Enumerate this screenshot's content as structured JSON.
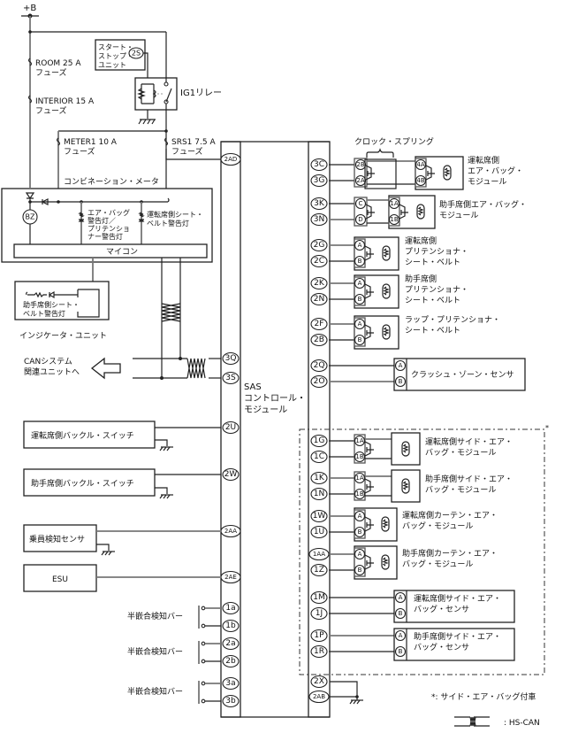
{
  "power": {
    "label": "+B"
  },
  "fuses": [
    {
      "name": "ROOM 25 A",
      "sub": "フューズ"
    },
    {
      "name": "INTERIOR 15 A",
      "sub": "フューズ"
    },
    {
      "name": "METER1 10 A",
      "sub": "フューズ"
    },
    {
      "name": "SRS1 7.5 A",
      "sub": "フューズ"
    }
  ],
  "start_stop_unit": {
    "lines": [
      "スタート・",
      "ストップ・",
      "ユニット"
    ],
    "pin": "2S"
  },
  "ig1_relay": {
    "label": "IG1リレー"
  },
  "combination_meter": {
    "title": "コンビネーション・メータ",
    "buzzer": "BZ",
    "airbag_lamp": [
      "エア・バッグ",
      "警告灯／",
      "プリテンショ",
      "ナー警告灯"
    ],
    "driver_belt_lamp": [
      "運転席側シート・",
      "ベルト警告灯"
    ],
    "micom": "マイコン"
  },
  "indicator_unit": {
    "inner": [
      "助手席側シート・",
      "ベルト警告灯"
    ],
    "title": "インジケータ・ユニット"
  },
  "can": {
    "label": [
      "CANシステム",
      "関連ユニットへ"
    ],
    "pins": [
      "3Q",
      "3S"
    ]
  },
  "sas_module": {
    "lines": [
      "SAS",
      "コントロール・",
      "モジュール"
    ]
  },
  "left_pins": {
    "top": "2AD",
    "driver_buckle": {
      "label": "運転席側バックル・スイッチ",
      "pin": "2U"
    },
    "passenger_buckle": {
      "label": "助手席側バックル・スイッチ",
      "pin": "2W"
    },
    "occupant_sensor": {
      "label": "乗員検知センサ",
      "pin": "2AA"
    },
    "esu": {
      "label": "ESU",
      "pin": "2AE"
    },
    "half_fit_bars": [
      {
        "label": "半嵌合検知バー",
        "pins": [
          "1a",
          "1b"
        ]
      },
      {
        "label": "半嵌合検知バー",
        "pins": [
          "2a",
          "2b"
        ]
      },
      {
        "label": "半嵌合検知バー",
        "pins": [
          "3a",
          "3b"
        ]
      }
    ]
  },
  "clock_spring": {
    "label": "クロック・スプリング",
    "pins": [
      "2B",
      "2A",
      "C",
      "D"
    ]
  },
  "right_components": [
    {
      "pins": [
        "3C",
        "3G"
      ],
      "conn": [
        "4A",
        "4B"
      ],
      "label": [
        "運転席側",
        "エア・バッグ・",
        "モジュール"
      ]
    },
    {
      "pins": [
        "3K",
        "3N"
      ],
      "conn": [
        "1A",
        "1B"
      ],
      "label": [
        "助手席側エア・バッグ・",
        "モジュール"
      ]
    },
    {
      "pins": [
        "2G",
        "2C"
      ],
      "conn": [
        "A",
        "B"
      ],
      "label": [
        "運転席側",
        "プリテンショナ・",
        "シート・ベルト"
      ]
    },
    {
      "pins": [
        "2K",
        "2N"
      ],
      "conn": [
        "A",
        "B"
      ],
      "label": [
        "助手席側",
        "プリテンショナ・",
        "シート・ベルト"
      ]
    },
    {
      "pins": [
        "2F",
        "2B"
      ],
      "conn": [
        "A",
        "B"
      ],
      "label": [
        "ラップ・プリテンショナ・",
        "シート・ベルト"
      ]
    },
    {
      "pins": [
        "2Q",
        "2O"
      ],
      "conn": [
        "A",
        "B"
      ],
      "label": [
        "クラッシュ・ゾーン・センサ"
      ]
    }
  ],
  "side_airbag_group": [
    {
      "pins": [
        "1G",
        "1C"
      ],
      "conn": [
        "1A",
        "1B"
      ],
      "label": [
        "運転席側サイド・エア・",
        "バッグ・モジュール"
      ]
    },
    {
      "pins": [
        "1K",
        "1N"
      ],
      "conn": [
        "1A",
        "1B"
      ],
      "label": [
        "助手席側サイド・エア・",
        "バッグ・モジュール"
      ]
    },
    {
      "pins": [
        "1W",
        "1U"
      ],
      "conn": [
        "A",
        "B"
      ],
      "label": [
        "運転席側カーテン・エア・",
        "バッグ・モジュール"
      ]
    },
    {
      "pins": [
        "1AA",
        "1Z"
      ],
      "conn": [
        "A",
        "B"
      ],
      "label": [
        "助手席側カーテン・エア・",
        "バッグ・モジュール"
      ]
    },
    {
      "pins": [
        "1M",
        "1J"
      ],
      "conn": [
        "A",
        "B"
      ],
      "label": [
        "運転席側サイド・エア・",
        "バッグ・センサ"
      ]
    },
    {
      "pins": [
        "1P",
        "1R"
      ],
      "conn": [
        "A",
        "B"
      ],
      "label": [
        "助手席側サイド・エア・",
        "バッグ・センサ"
      ]
    }
  ],
  "ground_pins": [
    "2X",
    "2AB"
  ],
  "legend": {
    "asterisk_mark": "*",
    "asterisk_note": "*:  サイド・エア・バッグ付車",
    "hs_can": ": HS-CAN"
  }
}
